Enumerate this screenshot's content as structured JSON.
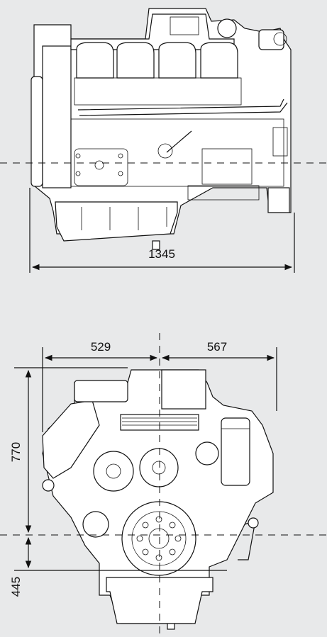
{
  "side_view": {
    "length_label": "1345"
  },
  "front_view": {
    "left_width_label": "529",
    "right_width_label": "567",
    "upper_height_label": "770",
    "lower_height_label": "445"
  }
}
